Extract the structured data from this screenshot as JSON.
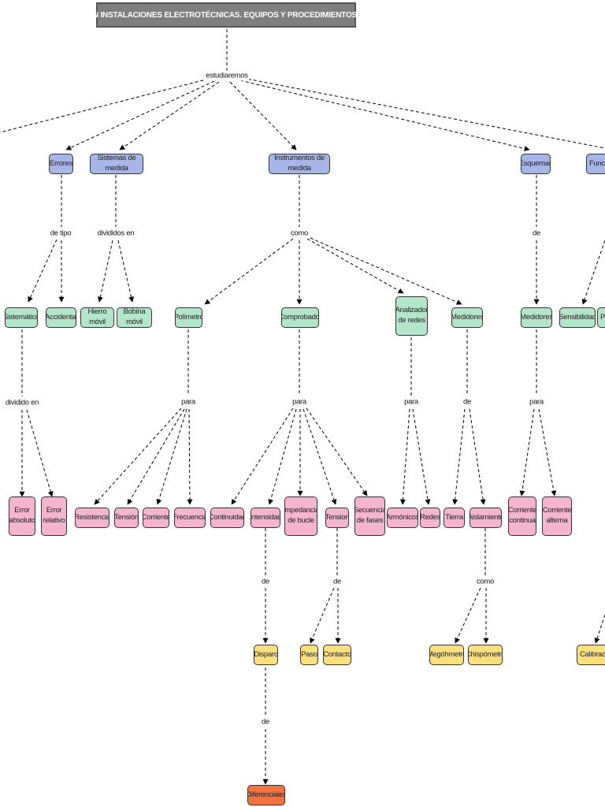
{
  "title": "MEDIDAS EN INSTALACIONES ELECTROTÉCNICAS. EQUIPOS Y PROCEDIMIENTOS DE MEDIDA",
  "links": {
    "estudiaremos": "estudiaremos",
    "de_tipo": "de tipo",
    "divididos_en": "divididos en",
    "como_instrumentos": "como",
    "de_esquemas": "de",
    "dividido_en": "dividido en",
    "para_polimetro": "para",
    "para_comprobador": "para",
    "para_analizador": "para",
    "de_medidores": "de",
    "para_medidores": "para",
    "de_intensidad": "de",
    "de_tension": "de",
    "como_aislamiento": "como",
    "de_disparo": "de"
  },
  "nodes": {
    "errores": "Errores",
    "sistemas_de_medida": "Sistemas de medida",
    "instrumentos_de_medida": "Instrumentos de medida",
    "esquemas": "Esquemas",
    "funciones": "Func",
    "sistematico": "Sistemático",
    "accidental": "Accidental",
    "hierro_movil": "Hierro móvil",
    "bobina_movil": "Bobina móvil",
    "polimetro": "Polímetro",
    "comprobador": "Comprobador",
    "analizador_de_redes": "Analizador de redes",
    "medidores_instr": "Medidores",
    "medidores_esq": "Medidores",
    "sensibilidad": "Sensibilidad",
    "p_cut": "P",
    "error_absoluto": "Error absoluto",
    "error_relativo": "Error relativo",
    "resistencia": "Resistencia",
    "tension_pol": "Tensión",
    "corriente": "Corriente",
    "frecuencia": "Frecuencia",
    "continuidad": "Continuidad",
    "intensidad": "Intensidad",
    "impedancia_de_bucle": "Impedancia de bucle",
    "tension_comp": "Tension",
    "secuencia_de_fases": "Secuencia de fases",
    "armonicos": "Armónicos",
    "redes": "Redes",
    "tierra": "Tierra",
    "aislamiento": "Aislamiento",
    "corriente_continua": "Corriente continua",
    "corriente_alterna": "Corriente alterna",
    "disparo": "Disparo",
    "paso": "Paso",
    "contacto": "Contacto",
    "megohmetro": "Megóhmetro",
    "chispometro": "Chispómetro",
    "calibracion": "Calibración",
    "diferenciales": "Diferenciales"
  }
}
